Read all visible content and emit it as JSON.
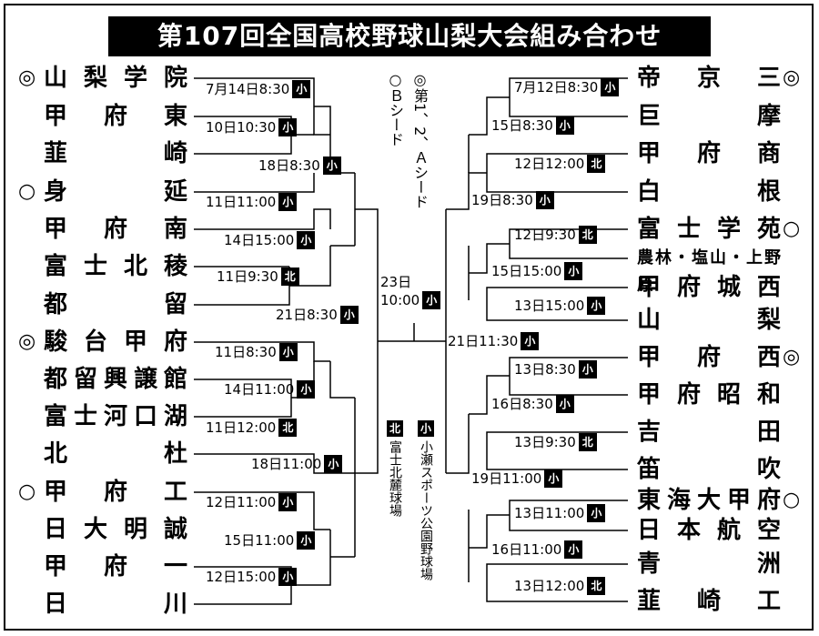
{
  "title": "第107回全国高校野球山梨大会組み合わせ",
  "left_teams": [
    {
      "name": "山梨学院",
      "seed": "◎"
    },
    {
      "name": "甲府東",
      "seed": ""
    },
    {
      "name": "韮崎",
      "seed": ""
    },
    {
      "name": "身延",
      "seed": "○"
    },
    {
      "name": "甲府南",
      "seed": ""
    },
    {
      "name": "富士北稜",
      "seed": ""
    },
    {
      "name": "都留",
      "seed": ""
    },
    {
      "name": "駿台甲府",
      "seed": "◎"
    },
    {
      "name": "都留興譲館",
      "seed": ""
    },
    {
      "name": "富士河口湖",
      "seed": ""
    },
    {
      "name": "北杜",
      "seed": ""
    },
    {
      "name": "甲府工",
      "seed": "○"
    },
    {
      "name": "日大明誠",
      "seed": ""
    },
    {
      "name": "甲府一",
      "seed": ""
    },
    {
      "name": "日川",
      "seed": ""
    }
  ],
  "right_teams": [
    {
      "name": "帝京三",
      "seed": "◎"
    },
    {
      "name": "巨摩",
      "seed": ""
    },
    {
      "name": "甲府商",
      "seed": ""
    },
    {
      "name": "白根",
      "seed": ""
    },
    {
      "name": "富士学苑",
      "seed": "○"
    },
    {
      "name": "農林・塩山・上野原",
      "seed": ""
    },
    {
      "name": "甲府城西",
      "seed": ""
    },
    {
      "name": "山梨",
      "seed": ""
    },
    {
      "name": "甲府西",
      "seed": "◎"
    },
    {
      "name": "甲府昭和",
      "seed": ""
    },
    {
      "name": "吉田",
      "seed": ""
    },
    {
      "name": "笛吹",
      "seed": ""
    },
    {
      "name": "東海大甲府",
      "seed": "○"
    },
    {
      "name": "日本航空",
      "seed": ""
    },
    {
      "name": "青洲",
      "seed": ""
    },
    {
      "name": "韮崎工",
      "seed": ""
    }
  ],
  "games": {
    "l1": {
      "text": "7月14日8:30",
      "venue": "小"
    },
    "l2": {
      "text": "10日10:30",
      "venue": "小"
    },
    "l3": {
      "text": "18日8:30",
      "venue": "小"
    },
    "l4": {
      "text": "11日11:00",
      "venue": "小"
    },
    "l5": {
      "text": "14日15:00",
      "venue": "小"
    },
    "l6": {
      "text": "11日9:30",
      "venue": "北"
    },
    "l7": {
      "text": "21日8:30",
      "venue": "小"
    },
    "l8": {
      "text": "11日8:30",
      "venue": "小"
    },
    "l9": {
      "text": "14日11:00",
      "venue": "小"
    },
    "l10": {
      "text": "11日12:00",
      "venue": "北"
    },
    "l11": {
      "text": "18日11:00",
      "venue": "小"
    },
    "l12": {
      "text": "12日11:00",
      "venue": "小"
    },
    "l13": {
      "text": "15日11:00",
      "venue": "小"
    },
    "l14": {
      "text": "12日15:00",
      "venue": "小"
    },
    "r1": {
      "text": "7月12日8:30",
      "venue": "小"
    },
    "r2": {
      "text": "15日8:30",
      "venue": "小"
    },
    "r3": {
      "text": "12日12:00",
      "venue": "北"
    },
    "r4": {
      "text": "19日8:30",
      "venue": "小"
    },
    "r5": {
      "text": "12日9:30",
      "venue": "北"
    },
    "r6": {
      "text": "15日15:00",
      "venue": "小"
    },
    "r7": {
      "text": "13日15:00",
      "venue": "小"
    },
    "r8": {
      "text": "21日11:30",
      "venue": "小"
    },
    "r9": {
      "text": "13日8:30",
      "venue": "小"
    },
    "r10": {
      "text": "16日8:30",
      "venue": "小"
    },
    "r11": {
      "text": "13日9:30",
      "venue": "北"
    },
    "r12": {
      "text": "19日11:00",
      "venue": "小"
    },
    "r13": {
      "text": "13日11:00",
      "venue": "小"
    },
    "r14": {
      "text": "16日11:00",
      "venue": "小"
    },
    "r15": {
      "text": "13日12:00",
      "venue": "北"
    }
  },
  "final": {
    "line1": "23日",
    "line2": "10:00",
    "venue": "小"
  },
  "legend": {
    "seed_b": "○Ｂシード",
    "seed_a": "◎第1、2、Ａシード",
    "venue_kita_box": "北",
    "venue_kita_name": "富士北麓球場",
    "venue_ko_box": "小",
    "venue_ko_name": "小瀬スポーツ公園野球場"
  }
}
